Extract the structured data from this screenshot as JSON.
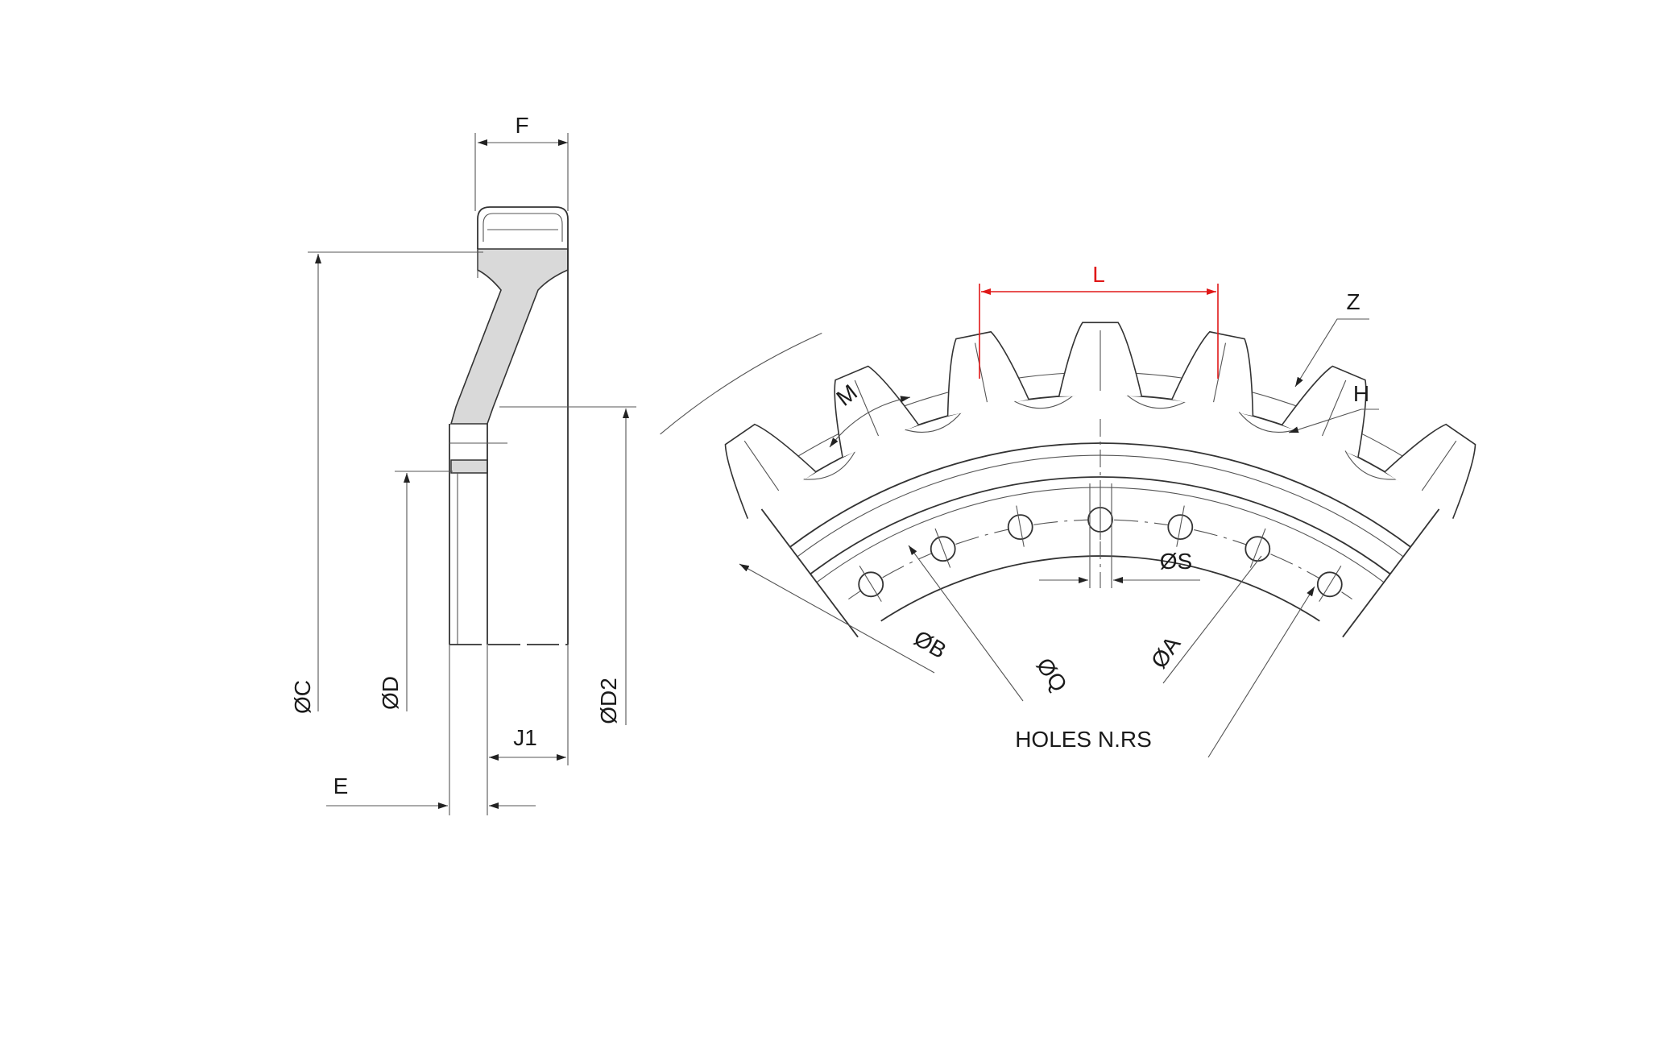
{
  "colors": {
    "line": "#333333",
    "highlight": "#e01818",
    "section_fill": "#d9d9d9"
  },
  "section_view": {
    "dims": {
      "F": "F",
      "C": "ØC",
      "D": "ØD",
      "D2": "ØD2",
      "J1": "J1",
      "E": "E"
    }
  },
  "front_view": {
    "dims": {
      "L": "L",
      "Z": "Z",
      "H": "H",
      "M": "M",
      "S": "ØS",
      "B": "ØB",
      "Q": "ØQ",
      "A": "ØA"
    },
    "holes_note": "HOLES N.RS",
    "visible_teeth": 7,
    "visible_holes": 7
  }
}
